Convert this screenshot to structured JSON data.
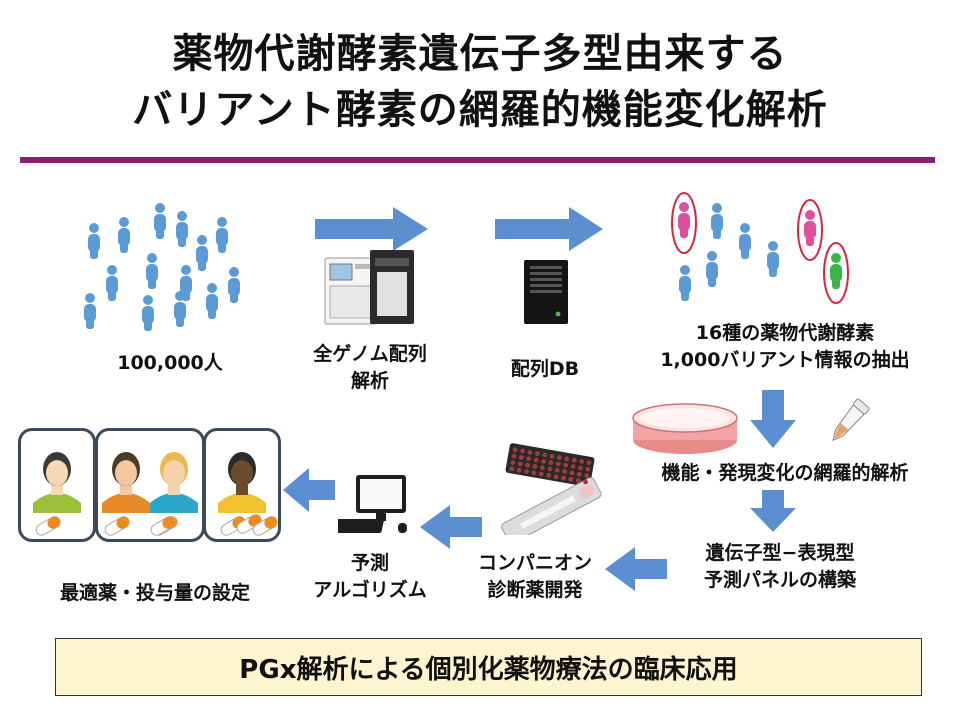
{
  "title": {
    "line1": "薬物代謝酵素遺伝子多型由来する",
    "line2": "バリアント酵素の網羅的機能変化解析"
  },
  "steps": {
    "population": "100,000人",
    "genome_line1": "全ゲノム配列",
    "genome_line2": "解析",
    "db": "配列DB",
    "extract_line1": "16種の薬物代謝酵素",
    "extract_line2": "1,000バリアント情報の抽出",
    "function_analysis": "機能・発現変化の網羅的解析",
    "panel_line1": "遺伝子型−表現型",
    "panel_line2": "予測パネルの構築",
    "companion_line1": "コンパニオン",
    "companion_line2": "診断薬開発",
    "algorithm_line1": "予測",
    "algorithm_line2": "アルゴリズム",
    "dosing": "最適薬・投与量の設定"
  },
  "footer": "PGx解析による個別化薬物療法の臨床応用",
  "colors": {
    "accent_bar": "#8c1f6f",
    "arrow": "#5b8fd2",
    "person_blue": "#5b9bd5",
    "person_pink": "#e0509a",
    "person_green": "#3cb44a",
    "highlight_ring": "#d7263d",
    "footer_bg": "#fdf4d0"
  }
}
